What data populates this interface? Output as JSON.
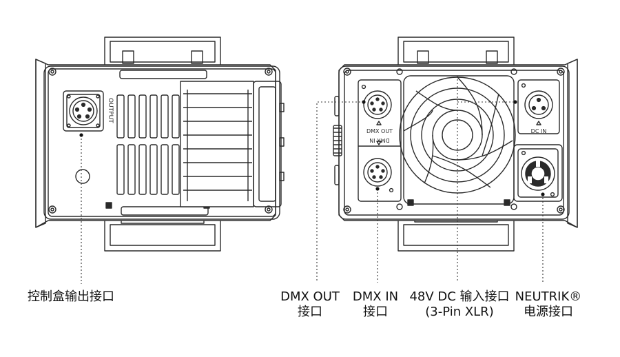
{
  "labels": {
    "control_output": "控制盒输出接口",
    "dmx_out": {
      "line1": "DMX OUT",
      "line2": "接口"
    },
    "dmx_in": {
      "line1": "DMX IN",
      "line2": "接口"
    },
    "dc_input": {
      "line1": "48V DC 输入接口",
      "line2": "(3-Pin XLR)"
    },
    "neutrik": {
      "line1": "NEUTRIK®",
      "line2": "电源接口"
    }
  },
  "panel_text": {
    "output": "OUTPUT",
    "dmx_out": "DMX  OUT",
    "dmx_in_inverted": "DMX IN",
    "dc_in": "DC  IN"
  },
  "colors": {
    "line": "#2a2a2a",
    "fill": "#ffffff",
    "text": "#111111"
  }
}
